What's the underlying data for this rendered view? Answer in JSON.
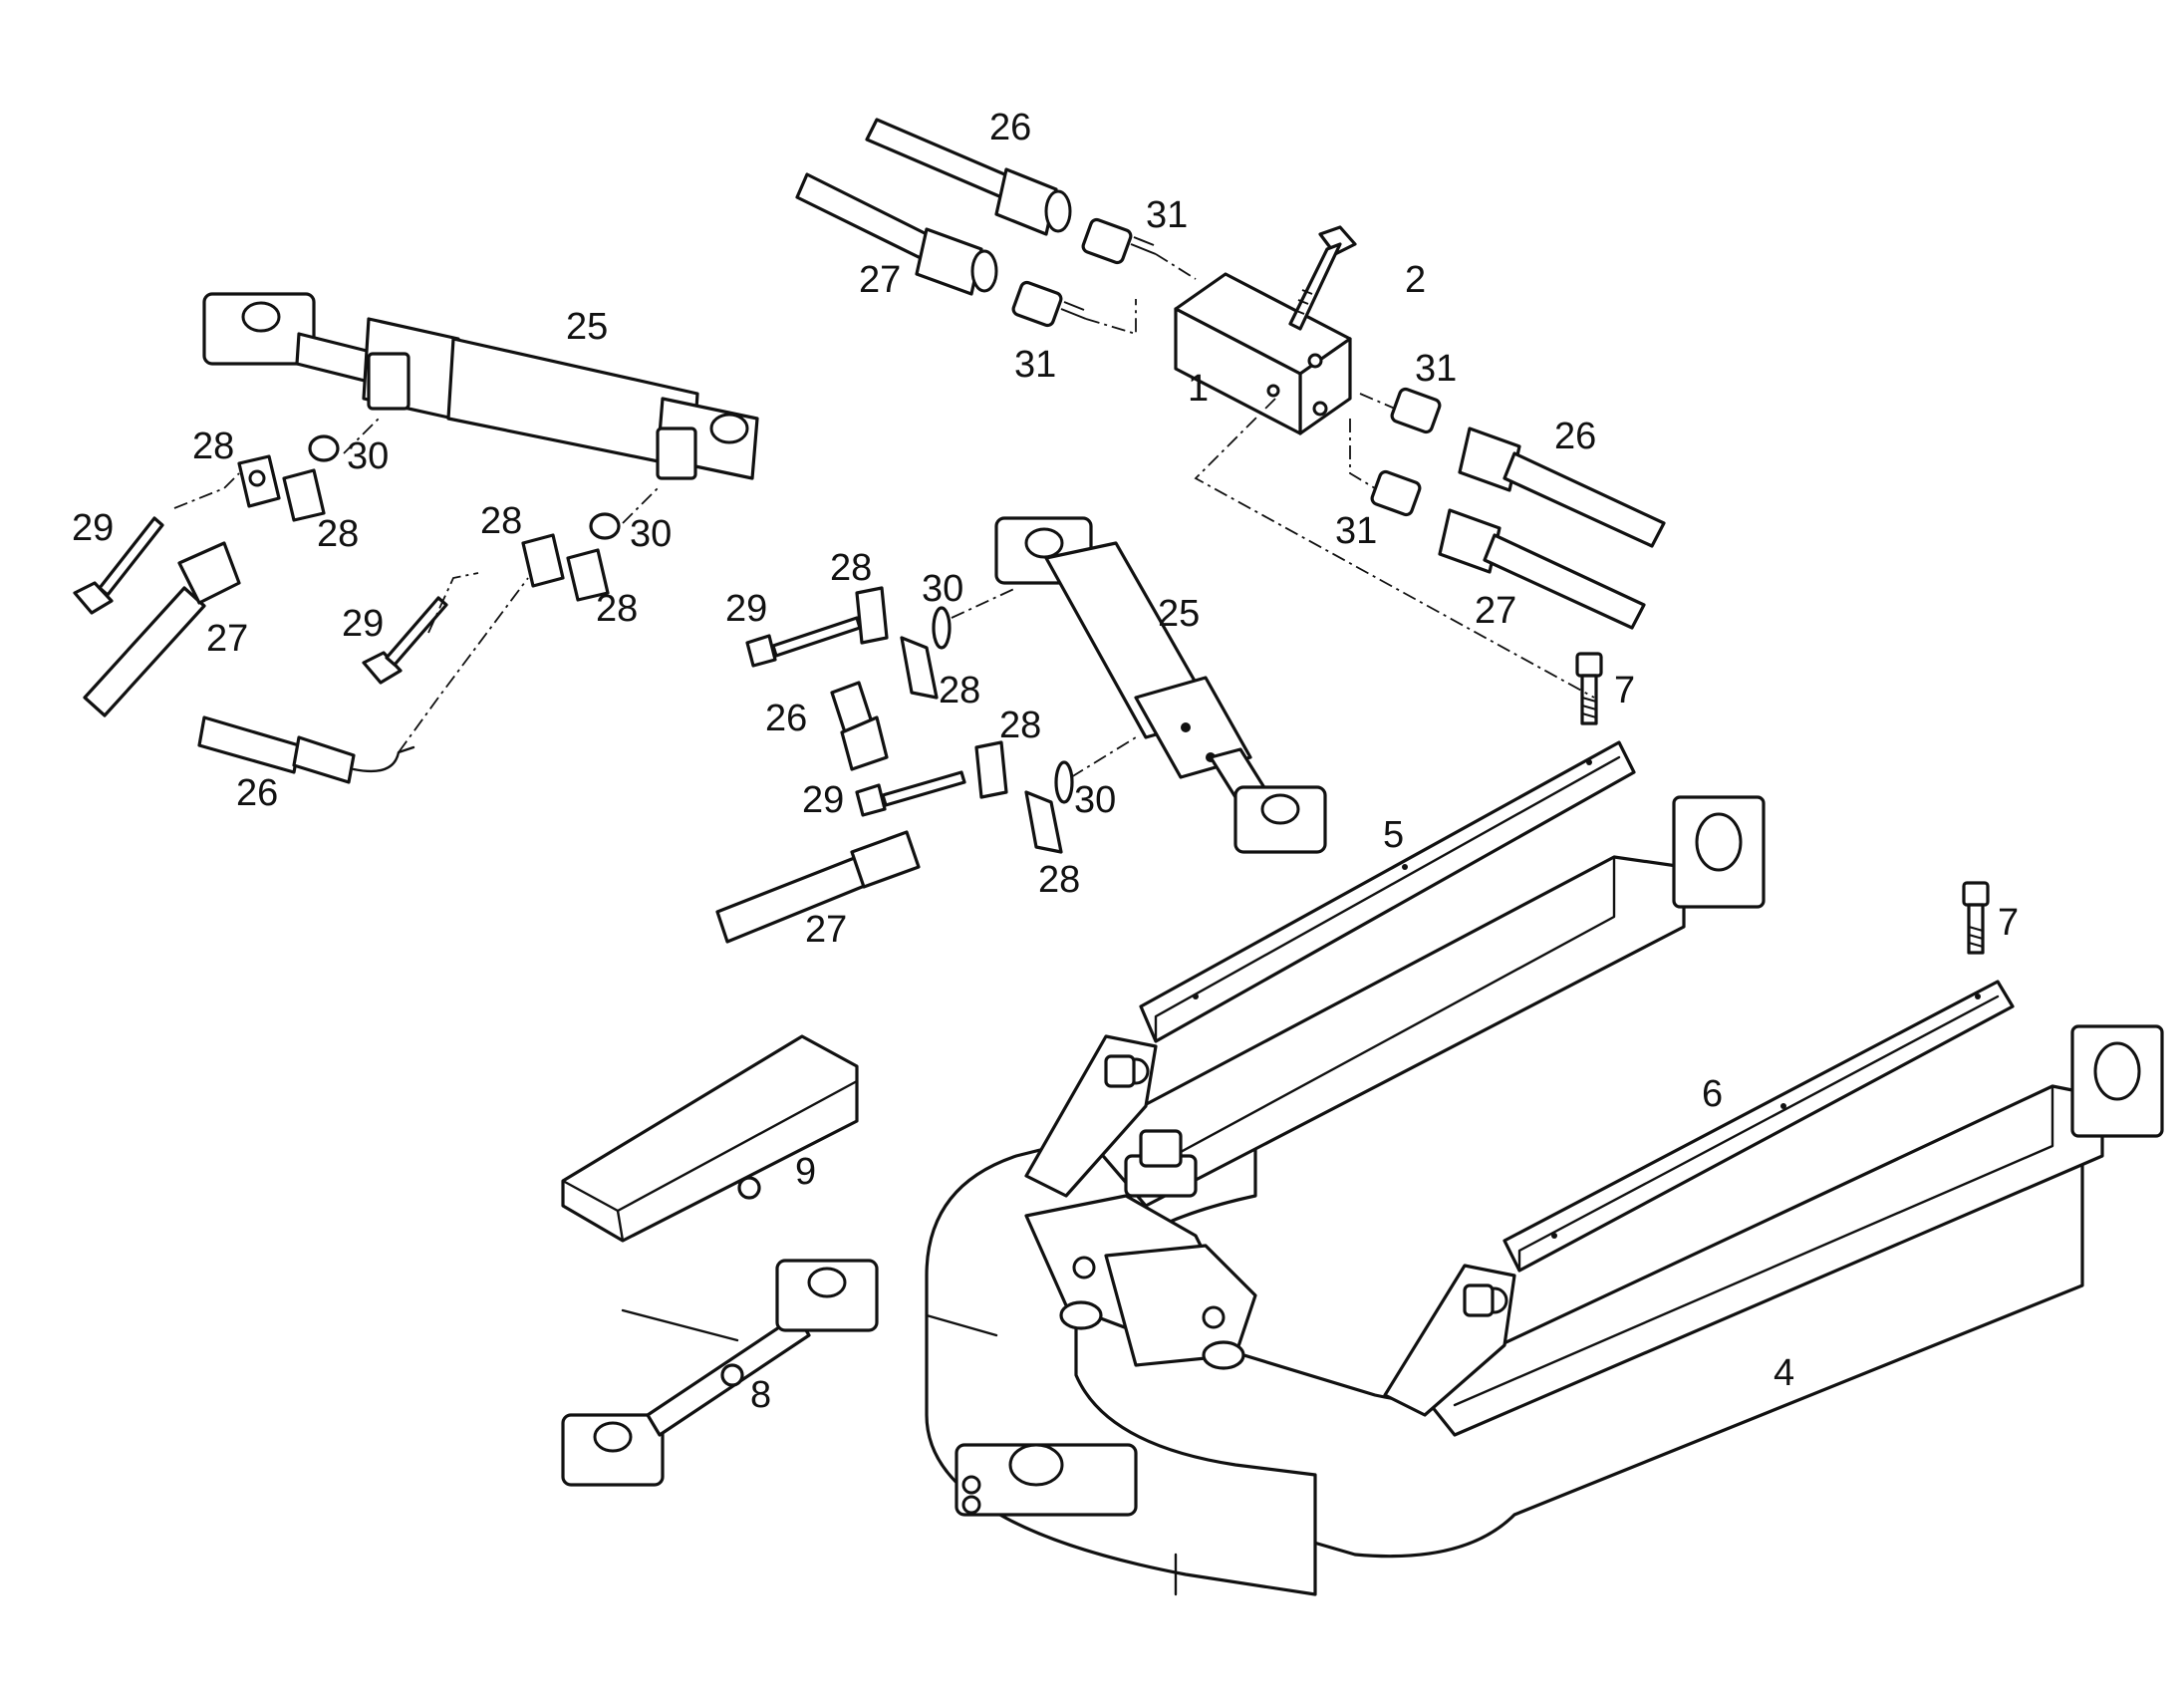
{
  "callouts": [
    {
      "id": "c26a",
      "text": "26"
    },
    {
      "id": "c31a",
      "text": "31"
    },
    {
      "id": "c27a",
      "text": "27"
    },
    {
      "id": "c31b",
      "text": "31"
    },
    {
      "id": "c2",
      "text": "2"
    },
    {
      "id": "c1",
      "text": "1"
    },
    {
      "id": "c31c",
      "text": "31"
    },
    {
      "id": "c26b",
      "text": "26"
    },
    {
      "id": "c31d",
      "text": "31"
    },
    {
      "id": "c27b",
      "text": "27"
    },
    {
      "id": "c25a",
      "text": "25"
    },
    {
      "id": "c28a",
      "text": "28"
    },
    {
      "id": "c30a",
      "text": "30"
    },
    {
      "id": "c29a",
      "text": "29"
    },
    {
      "id": "c28b",
      "text": "28"
    },
    {
      "id": "c27c",
      "text": "27"
    },
    {
      "id": "c28c",
      "text": "28"
    },
    {
      "id": "c30b",
      "text": "30"
    },
    {
      "id": "c29b",
      "text": "29"
    },
    {
      "id": "c28d",
      "text": "28"
    },
    {
      "id": "c26c",
      "text": "26"
    },
    {
      "id": "c28e",
      "text": "28"
    },
    {
      "id": "c29c",
      "text": "29"
    },
    {
      "id": "c30c",
      "text": "30"
    },
    {
      "id": "c25b",
      "text": "25"
    },
    {
      "id": "c26d",
      "text": "26"
    },
    {
      "id": "c28f",
      "text": "28"
    },
    {
      "id": "c28g",
      "text": "28"
    },
    {
      "id": "c29d",
      "text": "29"
    },
    {
      "id": "c30d",
      "text": "30"
    },
    {
      "id": "c28h",
      "text": "28"
    },
    {
      "id": "c27d",
      "text": "27"
    },
    {
      "id": "c7a",
      "text": "7"
    },
    {
      "id": "c5",
      "text": "5"
    },
    {
      "id": "c7b",
      "text": "7"
    },
    {
      "id": "c6",
      "text": "6"
    },
    {
      "id": "c9",
      "text": "9"
    },
    {
      "id": "c8",
      "text": "8"
    },
    {
      "id": "c4",
      "text": "4"
    }
  ]
}
